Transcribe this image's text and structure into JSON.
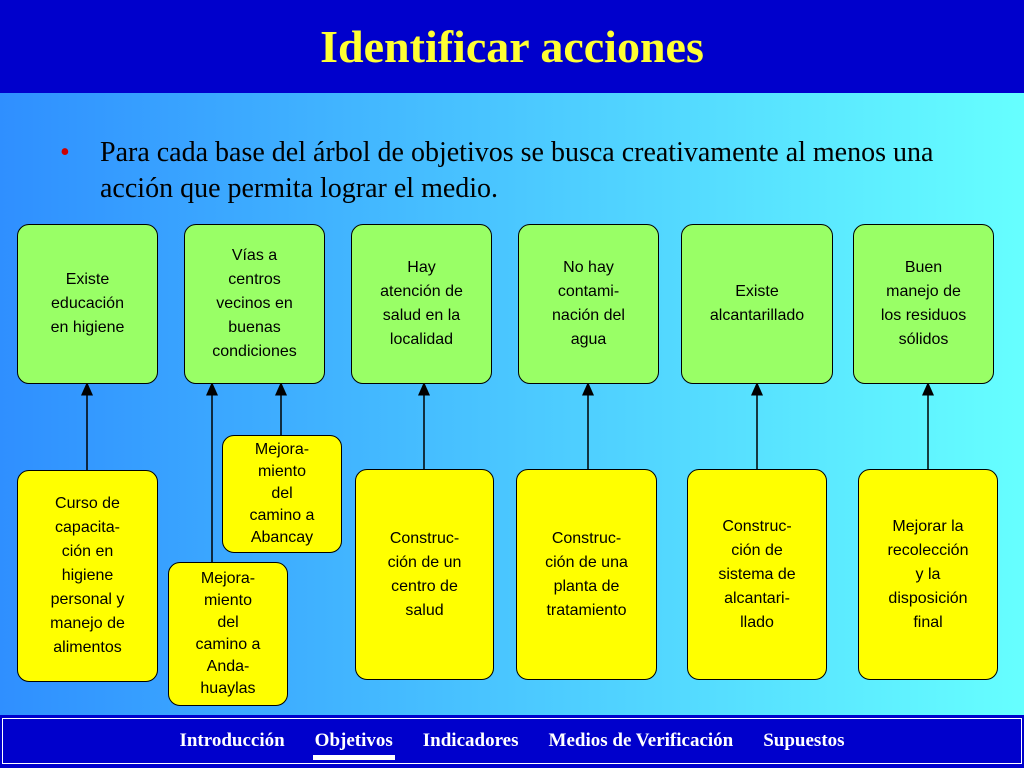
{
  "header": {
    "title": "Identificar acciones"
  },
  "bullet": {
    "marker": "•",
    "text": "Para cada base del árbol de objetivos se busca creativamente al menos una acción que permita lograr el medio."
  },
  "means": [
    {
      "text": "Existe\neducación\nen higiene"
    },
    {
      "text": "Vías a\ncentros\nvecinos en\nbuenas\ncondiciones"
    },
    {
      "text": "Hay\natención de\nsalud en la\nlocalidad"
    },
    {
      "text": "No hay\ncontami-\nnación del\nagua"
    },
    {
      "text": "Existe\nalcantarillado"
    },
    {
      "text": "Buen\nmanejo de\nlos residuos\nsólidos"
    }
  ],
  "actions": [
    {
      "text": "Curso de\ncapacita-\nción en\nhigiene\npersonal y\nmanejo de\nalimentos"
    },
    {
      "text": "Mejora-\nmiento\ndel\ncamino a\nAbancay"
    },
    {
      "text": "Mejora-\nmiento\ndel\ncamino a\nAnda-\nhuaylas"
    },
    {
      "text": "Construc-\nción de un\ncentro de\nsalud"
    },
    {
      "text": "Construc-\nción de una\nplanta de\ntratamiento"
    },
    {
      "text": "Construc-\nción de\nsistema de\nalcantari-\nllado"
    },
    {
      "text": "Mejorar la\nrecolección\ny la\ndisposición\nfinal"
    }
  ],
  "footer": {
    "nav": [
      {
        "label": "Introducción"
      },
      {
        "label": "Objetivos",
        "active": true
      },
      {
        "label": "Indicadores"
      },
      {
        "label": "Medios de Verificación"
      },
      {
        "label": "Supuestos"
      }
    ]
  },
  "colors": {
    "header_bg": "#0000cc",
    "title": "#ffff33",
    "means_box": "#99ff66",
    "action_box": "#ffff00",
    "bullet": "#cc0000"
  }
}
